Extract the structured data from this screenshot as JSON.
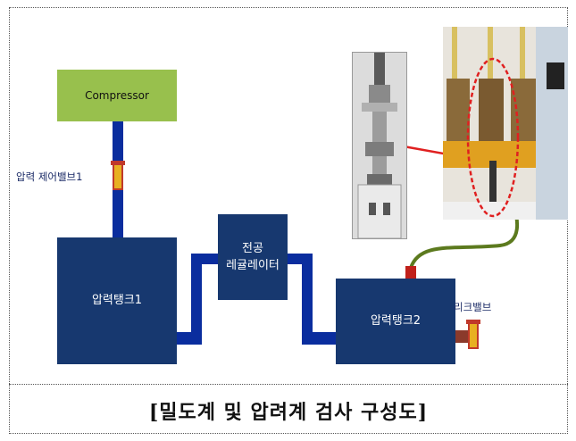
{
  "nodes": {
    "compressor": "Compressor",
    "tank1": "압력탱크1",
    "regulator_line1": "전공",
    "regulator_line2": "레귤레이터",
    "tank2": "압력탱크2"
  },
  "labels": {
    "control_valve": "압력 제어밸브1",
    "leak_valve": "리크밸브"
  },
  "caption": "[밀도계 및 압려계 검사 구성도]",
  "colors": {
    "pipe": "#0a2d9e",
    "block": "#17386f",
    "compressor": "#98c04d",
    "valve": "#e8b021",
    "leak_pipe": "#8b3a2b",
    "hose": "#5c7a1e"
  }
}
